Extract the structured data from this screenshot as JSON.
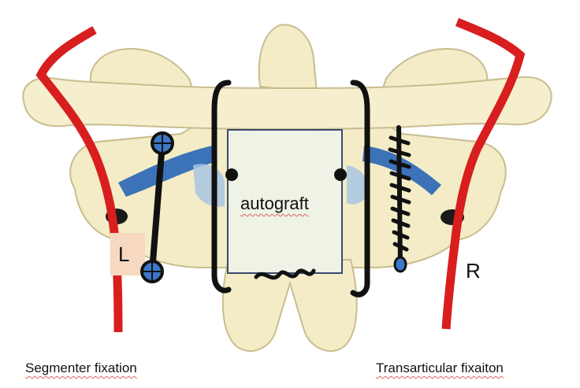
{
  "labels": {
    "graft": "autograft",
    "left": "L",
    "right": "R",
    "left_caption": "Segmenter fixation",
    "right_caption": "Transarticular fixaiton"
  },
  "colors": {
    "bone": "#f3ecc6",
    "bone_edge": "#c9bd8f",
    "artery": "#d81e1e",
    "ligament": "#3b72b8",
    "wire": "#111111",
    "graft_fill": "#eef3e6",
    "graft_edge": "#3a4b6e",
    "screw_head": "#3d78c8",
    "left_marker": "#f6d9c0",
    "caption_underline": "#e06060"
  },
  "icons": {
    "left_fixation": "rod-with-two-screws",
    "right_fixation": "threaded-screw",
    "wire_knot": "twisted-wire-knot"
  }
}
